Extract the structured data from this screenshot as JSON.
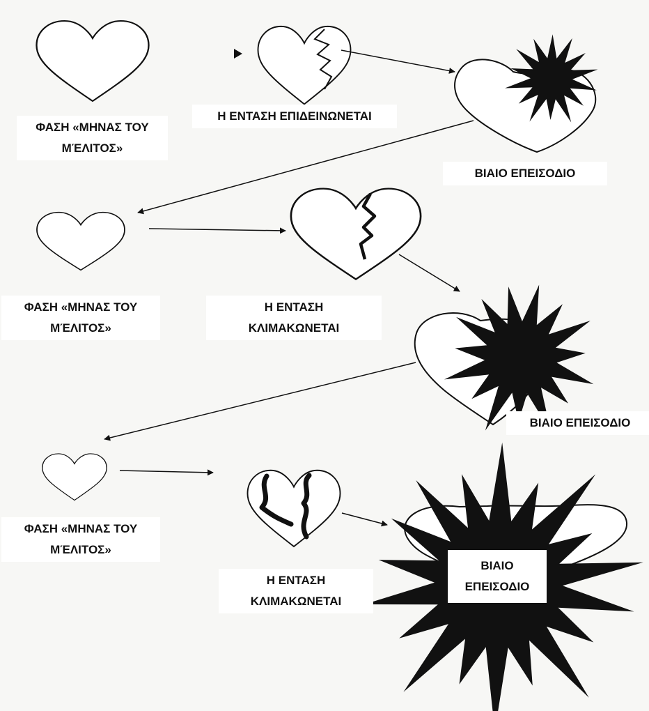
{
  "colors": {
    "ink": "#111111",
    "paper": "#f7f7f5",
    "label_bg": "#ffffff"
  },
  "icons": [
    "heart-icon",
    "cracked-heart-icon",
    "explosion-icon",
    "arrow-icon"
  ],
  "diagram": {
    "cycles": [
      {
        "honeymoon": {
          "line1": "ΦΑΣΗ «ΜΗΝΑΣ ΤΟΥ",
          "line2": "ΜΈΛΙΤΟΣ»"
        },
        "tension": {
          "line1": "Η ΕΝΤΑΣΗ ΕΠΙΔΕΙΝΩΝΕΤΑΙ"
        },
        "violence": {
          "line1": "ΒΙΑΙΟ ΕΠΕΙΣΟΔΙΟ"
        }
      },
      {
        "honeymoon": {
          "line1": "ΦΑΣΗ «ΜΗΝΑΣ ΤΟΥ",
          "line2": "ΜΈΛΙΤΟΣ»"
        },
        "tension": {
          "line1": "Η ΕΝΤΑΣΗ",
          "line2": "ΚΛΙΜΑΚΩΝΕΤΑΙ"
        },
        "violence": {
          "line1": "ΒΙΑΙΟ ΕΠΕΙΣΟΔΙΟ"
        }
      },
      {
        "honeymoon": {
          "line1": "ΦΑΣΗ «ΜΗΝΑΣ ΤΟΥ",
          "line2": "ΜΈΛΙΤΟΣ»"
        },
        "tension": {
          "line1": "Η ΕΝΤΑΣΗ",
          "line2": "ΚΛΙΜΑΚΩΝΕΤΑΙ"
        },
        "violence": {
          "line1": "ΒΙΑΙΟ",
          "line2": "ΕΠΕΙΣΟΔΙΟ"
        }
      }
    ]
  }
}
